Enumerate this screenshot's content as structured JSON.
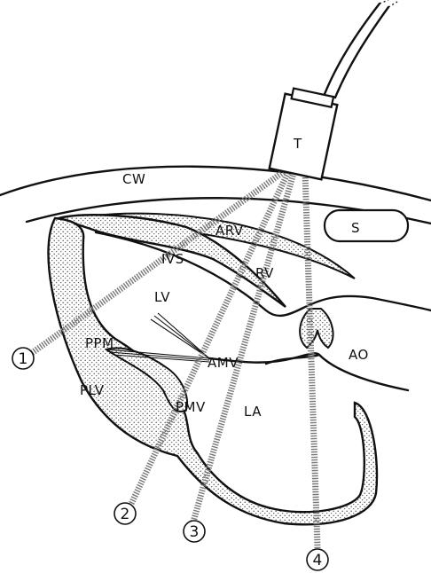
{
  "labels": {
    "transducer": "T",
    "chest_wall": "CW",
    "sternum": "S",
    "anterior_rv_wall": "ARV",
    "septum": "IVS",
    "right_ventricle": "RV",
    "left_ventricle": "LV",
    "posterior_papillary": "PPM",
    "anterior_mitral": "AMV",
    "aorta": "AO",
    "posterior_lv_wall": "PLV",
    "posterior_mitral": "PMV",
    "left_atrium": "LA"
  },
  "beams": [
    "1",
    "2",
    "3",
    "4"
  ],
  "colors": {
    "ink": "#111111",
    "stipple": "#555555",
    "beam": "#777777",
    "background": "#ffffff"
  }
}
